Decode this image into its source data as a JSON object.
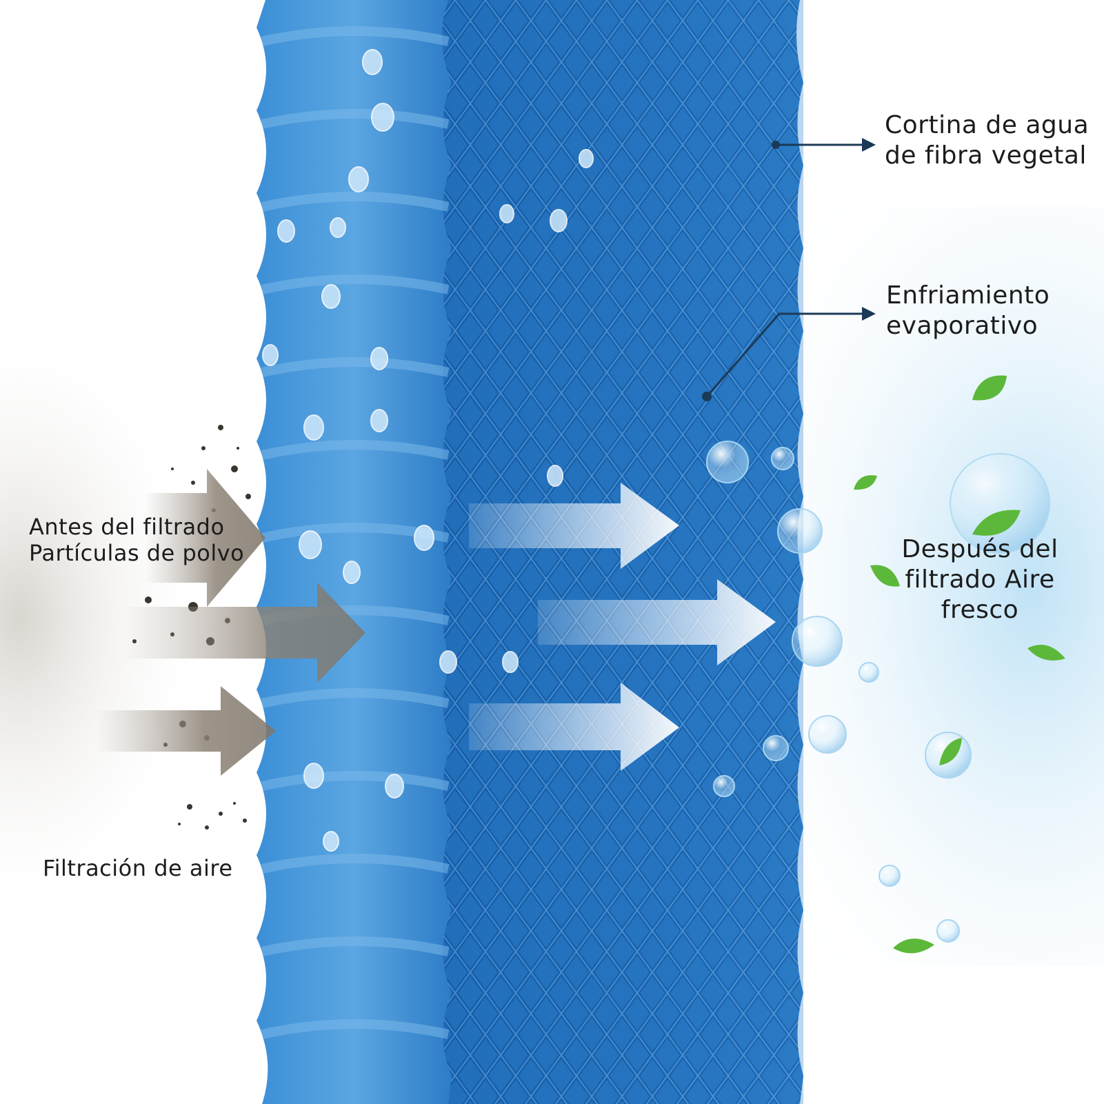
{
  "labels": {
    "cortina_line1": "Cortina de agua",
    "cortina_line2": "de fibra vegetal",
    "enfriamiento_line1": "Enfriamiento",
    "enfriamiento_line2": "evaporativo",
    "despues": "Después del filtrado Aire fresco",
    "antes_line1": "Antes del filtrado",
    "antes_line2": "Partículas de polvo",
    "filtracion": "Filtración de aire"
  },
  "colors": {
    "pad_blue": "#2f7fc9",
    "pad_dark": "#1a62ad",
    "pad_light": "#5aa3e0",
    "pointer": "#1b3a57",
    "dirty_arrow": "#8c8275",
    "clean_arrow": "#ffffff",
    "fresh_air": "#cfe8f7",
    "leaf": "#5cb83a"
  },
  "icons": [
    "water-drop-icon",
    "leaf-icon",
    "bubble-icon",
    "dust-particle-icon",
    "arrow-right-icon"
  ]
}
